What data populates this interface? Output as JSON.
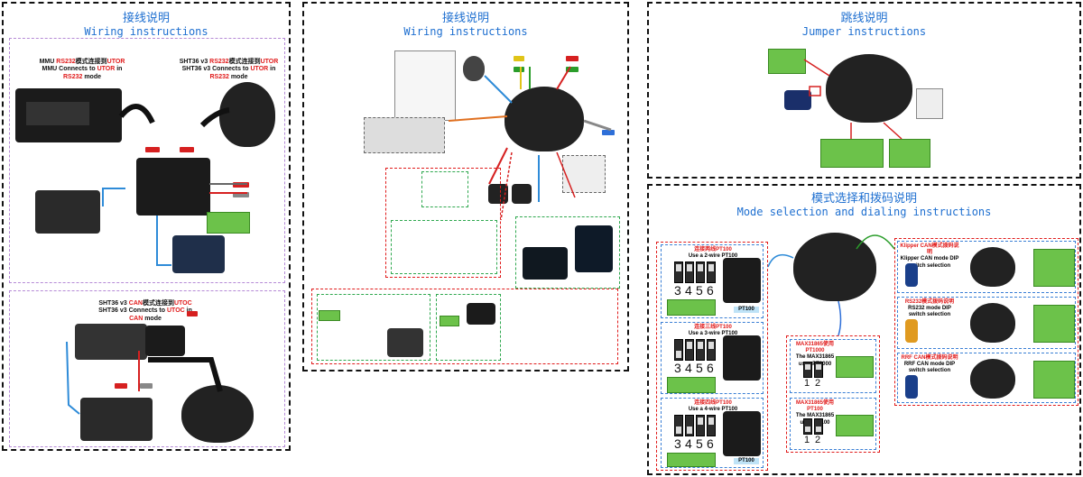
{
  "panels": {
    "left": {
      "title_cn": "接线说明",
      "title_en": "Wiring instructions",
      "mmu_caption": [
        "MMU ",
        "RS232",
        "模式连接到",
        "UTOR",
        "MMU Connects to ",
        "UTOR",
        " in ",
        "RS232",
        " mode"
      ],
      "sht_caption": [
        "SHT36 v3 ",
        "RS232",
        "模式连接到",
        "UTOR",
        "SHT36 v3 Connects to ",
        "UTOR",
        " in ",
        "RS232",
        " mode"
      ],
      "can_caption": [
        "SHT36 v3 ",
        "CAN",
        "模式连接到",
        "UTOC",
        "SHT36 v3 Connects to ",
        "UTOC",
        " in ",
        "CAN",
        " mode"
      ]
    },
    "middle": {
      "title_cn": "接线说明",
      "title_en": "Wiring instructions"
    },
    "jumper": {
      "title_cn": "跳线说明",
      "title_en": "Jumper instructions"
    },
    "mode": {
      "title_cn": "模式选择和拨码说明",
      "title_en": "Mode selection and dialing instructions",
      "pt100_2wire_cn": "连接两线PT100",
      "pt100_2wire_en": "Use a 2-wire PT100",
      "pt100_3wire_cn": "连接三线PT100",
      "pt100_3wire_en": "Use a 3-wire PT100",
      "pt100_4wire_cn": "连接四线PT100",
      "pt100_4wire_en": "Use a 4-wire PT100",
      "dip_numbers": [
        "3",
        "4",
        "5",
        "6"
      ],
      "max31865_a_cn": "MAX31865使用PT1000",
      "max31865_a_en": "The MAX31865 uses PT1000",
      "max31865_b_cn": "MAX31865使用PT100",
      "max31865_b_en": "The MAX31865 uses PT100",
      "dip_12": [
        "1",
        "2"
      ],
      "klipper_can_cn": "Klipper CAN模式拨码说明",
      "klipper_can_en": "Klipper CAN mode DIP switch selection",
      "rs232_cn": "RS232模式拨码说明",
      "rs232_en": "RS232 mode DIP switch selection",
      "rrf_can_cn": "RRF CAN模式拨码说明",
      "rrf_can_en": "RRF CAN mode DIP switch selection",
      "pt100_label": "PT100"
    }
  },
  "colors": {
    "accent_blue": "#1e6fd0",
    "red": "#e01a1a",
    "green_note": "#6cc24a",
    "purple_dash": "#b58ad6"
  }
}
